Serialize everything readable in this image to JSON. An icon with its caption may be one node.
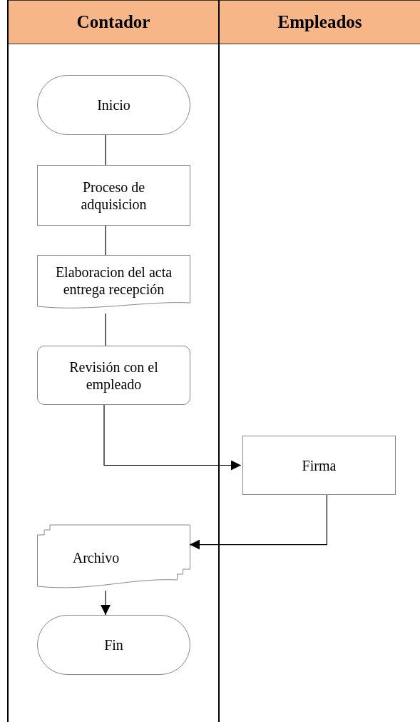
{
  "diagram": {
    "nodes": [
      {
        "text": [
          "Contador"
        ]
      },
      {
        "text": [
          "Empleados"
        ]
      },
      {
        "text": [
          "Inicio"
        ],
        "in": 0
      },
      {
        "text": [
          "Proceso de adquisicion"
        ],
        "in": 0
      },
      {
        "text": [
          "Elaboracion del acta entrega recepción"
        ],
        "in": 0
      },
      {
        "text": [
          "Revisión con el empleado"
        ],
        "in": 0
      },
      {
        "text": [
          "Firma"
        ],
        "in": 1
      },
      {
        "text": [
          "Archivo"
        ],
        "in": 0
      },
      {
        "text": [
          "Fin"
        ],
        "in": 0
      }
    ],
    "edges": [
      {
        "from": 2,
        "to": 3,
        "arrow": "none"
      },
      {
        "from": 3,
        "to": 4,
        "arrow": "none"
      },
      {
        "from": 4,
        "to": 5,
        "arrow": "none"
      },
      {
        "from": 5,
        "to": 6,
        "arrow": "to"
      },
      {
        "from": 6,
        "to": 7,
        "arrow": "to"
      },
      {
        "from": 7,
        "to": 8,
        "arrow": "to"
      }
    ]
  }
}
